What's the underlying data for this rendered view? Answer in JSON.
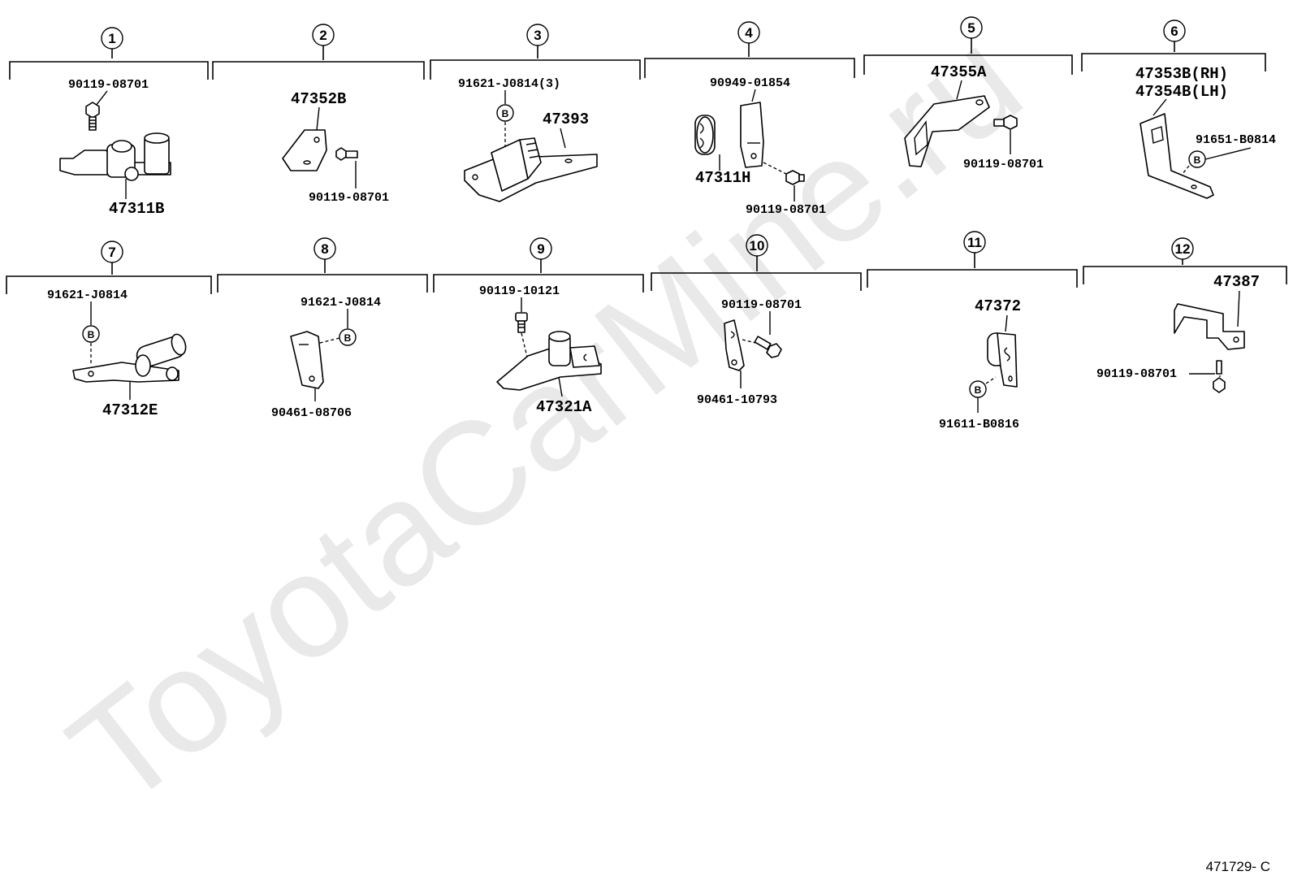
{
  "watermark": "ToyotaCarMine.ru",
  "diagram_code": "471729- C",
  "fastener_badge": "B",
  "groups": [
    {
      "number": "1",
      "labels": [
        "90119-08701",
        "47311B"
      ]
    },
    {
      "number": "2",
      "labels": [
        "47352B",
        "90119-08701"
      ]
    },
    {
      "number": "3",
      "labels": [
        "91621-J0814(3)",
        "47393"
      ]
    },
    {
      "number": "4",
      "labels": [
        "90949-01854",
        "47311H",
        "90119-08701"
      ]
    },
    {
      "number": "5",
      "labels": [
        "47355A",
        "90119-08701"
      ]
    },
    {
      "number": "6",
      "labels": [
        "47353B(RH)",
        "47354B(LH)",
        "91651-B0814"
      ]
    },
    {
      "number": "7",
      "labels": [
        "91621-J0814",
        "47312E"
      ]
    },
    {
      "number": "8",
      "labels": [
        "91621-J0814",
        "90461-08706"
      ]
    },
    {
      "number": "9",
      "labels": [
        "90119-10121",
        "47321A"
      ]
    },
    {
      "number": "10",
      "labels": [
        "90119-08701",
        "90461-10793"
      ]
    },
    {
      "number": "11",
      "labels": [
        "47372",
        "91611-B0816"
      ]
    },
    {
      "number": "12",
      "labels": [
        "47387",
        "90119-08701"
      ]
    }
  ]
}
